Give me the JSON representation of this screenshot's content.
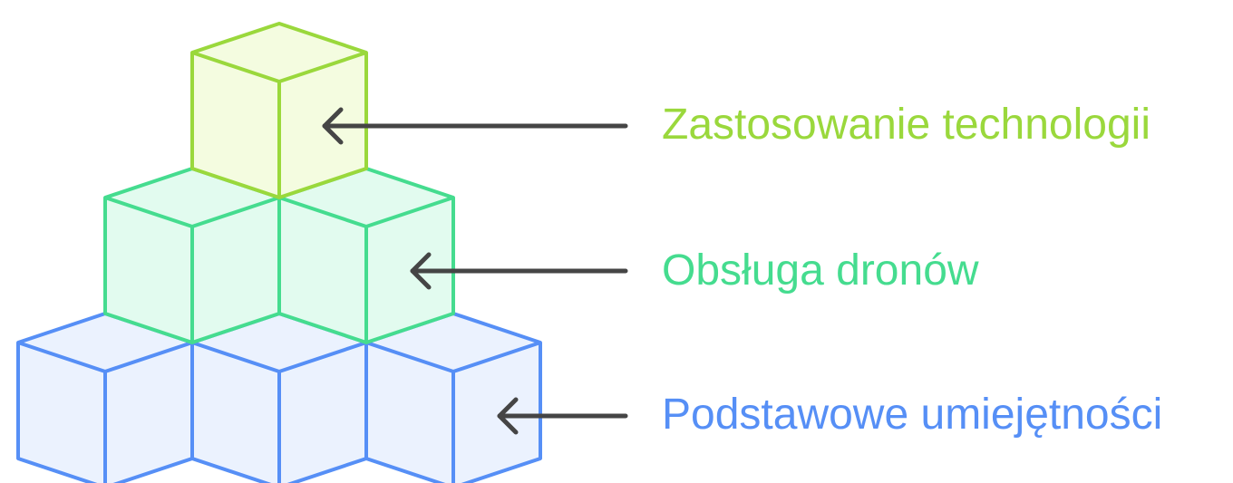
{
  "levels": [
    {
      "label": "Zastosowanie technologii",
      "stroke": "#9ad83c",
      "fill": "#f4fce0"
    },
    {
      "label": "Obsługa dronów",
      "stroke": "#45dc8f",
      "fill": "#e2fbef"
    },
    {
      "label": "Podstawowe umiejętności",
      "stroke": "#568ff6",
      "fill": "#ebf2fe"
    }
  ],
  "arrow_color": "#454545",
  "background": "#ffffff"
}
